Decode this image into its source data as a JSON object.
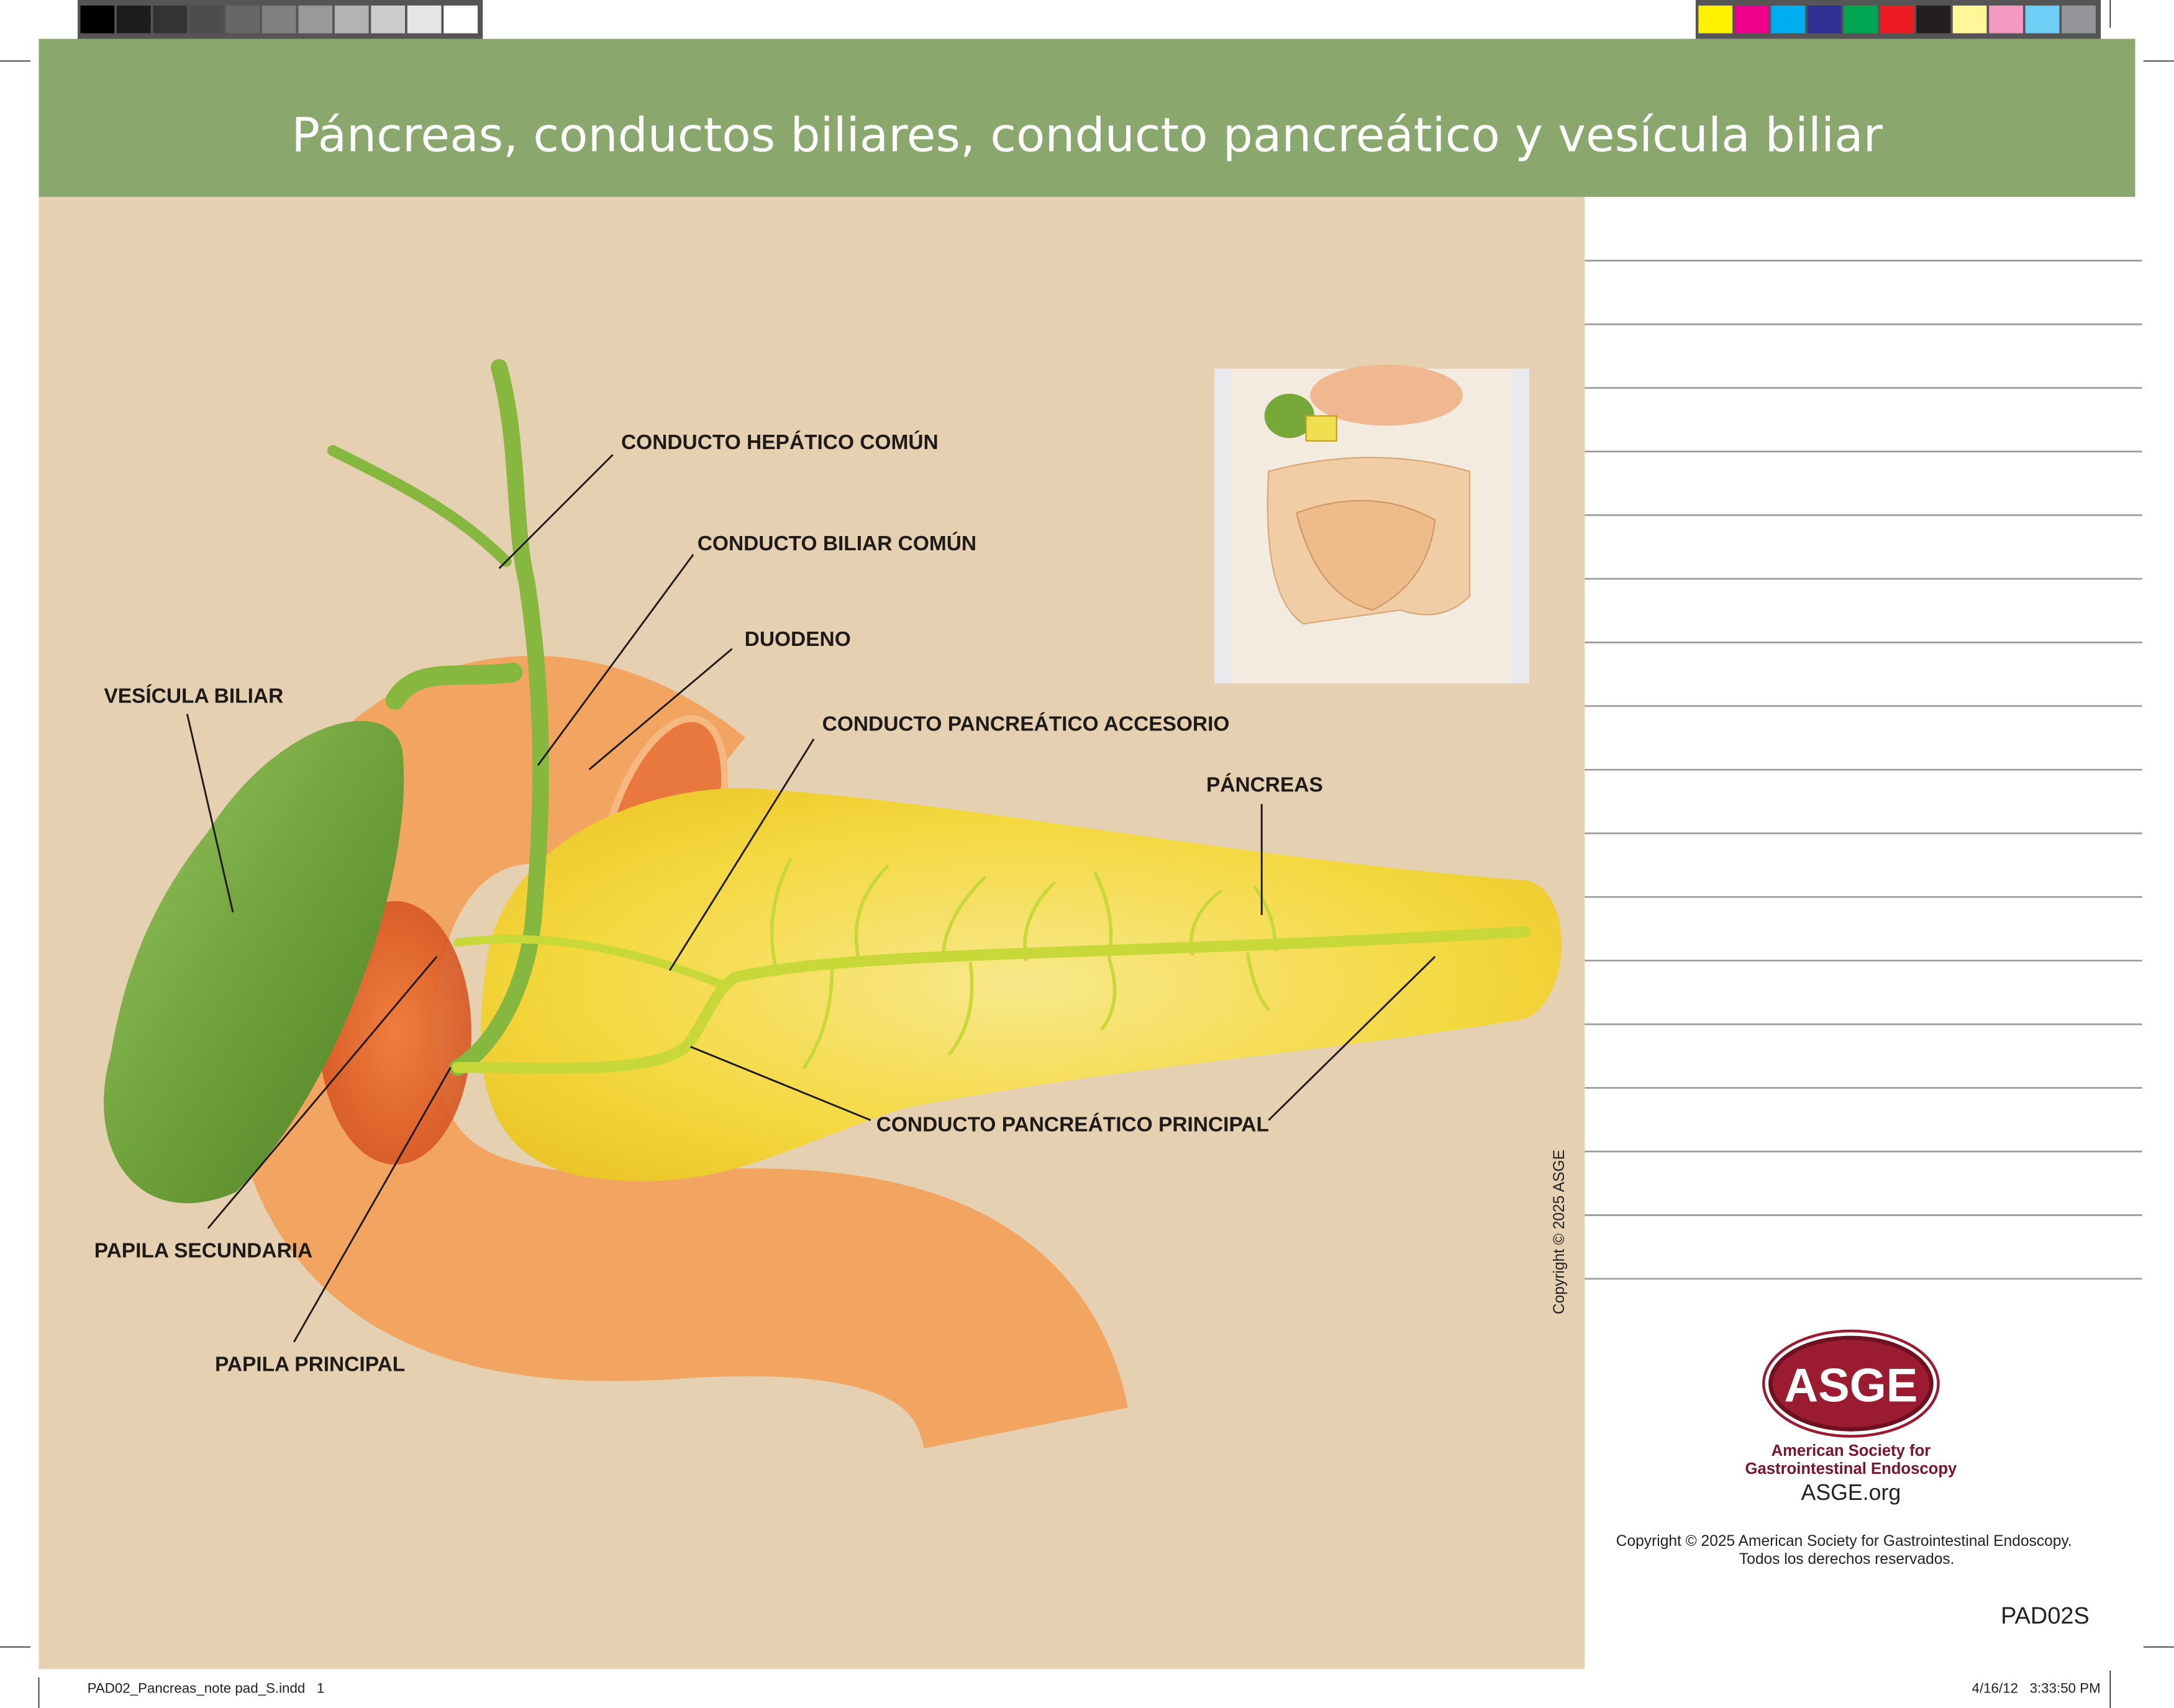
{
  "header": {
    "title": "Páncreas, conductos biliares, conducto pancreático y vesícula biliar",
    "color": "#8aa86e"
  },
  "labels": {
    "hepatic_duct": "CONDUCTO HEPÁTICO COMÚN",
    "bile_duct": "CONDUCTO BILIAR COMÚN",
    "duodenum": "DUODENO",
    "gallbladder": "VESÍCULA BILIAR",
    "accessory_duct": "CONDUCTO PANCREÁTICO ACCESORIO",
    "pancreas": "PÁNCREAS",
    "main_duct": "CONDUCTO PANCREÁTICO PRINCIPAL",
    "minor_papilla": "PAPILA SECUNDARIA",
    "major_papilla": "PAPILA PRINCIPAL"
  },
  "illustration_copyright": "Copyright © 2025 ASGE",
  "logo": {
    "acronym": "ASGE",
    "line1": "American Society for",
    "line2": "Gastrointestinal Endoscopy",
    "website": "ASGE.org",
    "color": "#9b1c31"
  },
  "copyright": {
    "line1": "Copyright © 2025 American Society for Gastrointestinal Endoscopy.",
    "line2": "Todos los derechos reservados."
  },
  "code": "PAD02S",
  "footer": {
    "file": "PAD02_Pancreas_note pad_S.indd   1",
    "timestamp": "4/16/12   3:33:50 PM"
  },
  "colors": {
    "gray_bars": [
      "#000000",
      "#1c1c1c",
      "#333333",
      "#4d4d4d",
      "#666666",
      "#808080",
      "#999999",
      "#b3b3b3",
      "#cccccc",
      "#e6e6e6",
      "#ffffff"
    ],
    "color_bars": [
      "#fff200",
      "#ec008c",
      "#00aeef",
      "#2e3192",
      "#00a651",
      "#ed1c24",
      "#231f20",
      "#fff799",
      "#f49ac1",
      "#6dcff6",
      "#939598"
    ]
  }
}
